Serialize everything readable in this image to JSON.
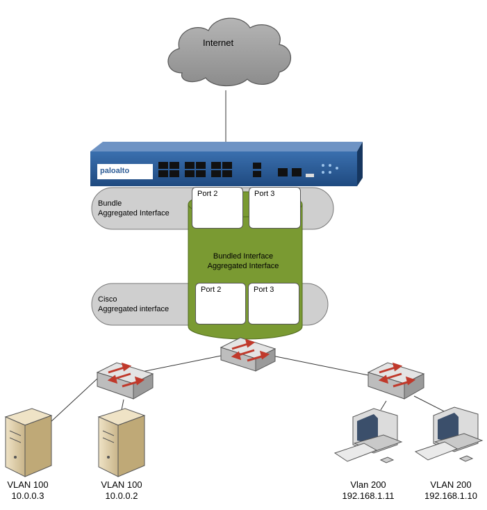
{
  "internet": {
    "label": "Internet"
  },
  "firewall": {
    "brand": "paloalto"
  },
  "bundle_band": {
    "line1": "Bundle",
    "line2": "Aggregated Interface"
  },
  "cisco_band": {
    "line1": "Cisco",
    "line2": "Aggregated interface"
  },
  "bundled_interface": {
    "line1": "Bundled Interface",
    "line2": "Aggregated Interface"
  },
  "ports": {
    "top_left": "Port 2",
    "top_right": "Port 3",
    "bottom_left": "Port 2",
    "bottom_right": "Port 3"
  },
  "endpoints": [
    {
      "vlan": "VLAN 100",
      "ip": "10.0.0.3"
    },
    {
      "vlan": "VLAN 100",
      "ip": "10.0.0.2"
    },
    {
      "vlan": "Vlan 200",
      "ip": "192.168.1.11"
    },
    {
      "vlan": "VLAN 200",
      "ip": "192.168.1.10"
    }
  ],
  "colors": {
    "cylinder": "#7a9a32",
    "band": "#cfcfcf",
    "firewall": "#2d5c96",
    "switch": "#c8c8c8",
    "switch_arrow": "#c0392b",
    "server": "#d9c9a3"
  }
}
